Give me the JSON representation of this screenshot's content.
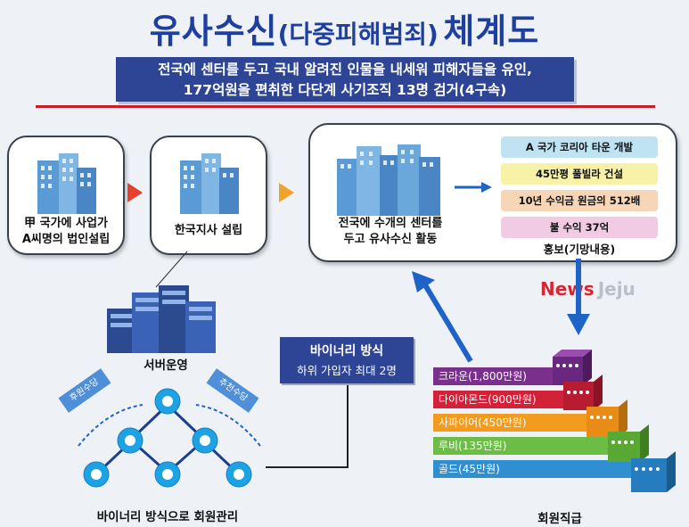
{
  "title": {
    "main": "유사수신",
    "paren": "(다중피해범죄)",
    "tail": "체계도"
  },
  "subtitle": {
    "line1": "전국에 센터를 두고 국내 알려진 인물을 내세워 피해자들을 유인,",
    "line2": "177억원을 편취한 다단계 사기조직 13명 검거(4구속)"
  },
  "cards": [
    {
      "line1": "甲 국가에 사업가",
      "line2": "A씨명의 법인설립"
    },
    {
      "line1": "한국지사 설립"
    },
    {
      "line1": "전국에 수개의 센터를",
      "line2": "두고 유사수신 활동"
    }
  ],
  "promo": {
    "items": [
      "A 국가 코리아 타운 개발",
      "45만평 풀빌라 건설",
      "10년 수익금 원금의 512배",
      "불 수익 37억"
    ],
    "colors": [
      "#bfe3f1",
      "#f7f2a8",
      "#f6d6b6",
      "#f0cbe3"
    ],
    "caption": "홍보(기망내용)"
  },
  "watermark": {
    "news": "News",
    "jeju": "Jeju"
  },
  "server": {
    "label": "서버운영"
  },
  "binary": {
    "title": "바이너리 방식",
    "desc": "하위 가입자 최대 2명",
    "caption": "바이너리 방식으로 회원관리"
  },
  "arrows": {
    "left": "후원수당",
    "right": "추천수당"
  },
  "ranks": {
    "caption": "회원직급",
    "levels": [
      {
        "name": "크라운(1,800만원)",
        "color": "#7b2f8c"
      },
      {
        "name": "다이아몬드(900만원)",
        "color": "#d3213a"
      },
      {
        "name": "사파이어(450만원)",
        "color": "#f29b1f"
      },
      {
        "name": "루비(135만원)",
        "color": "#6cbd45"
      },
      {
        "name": "골드(45만원)",
        "color": "#2f8fd1"
      }
    ]
  }
}
